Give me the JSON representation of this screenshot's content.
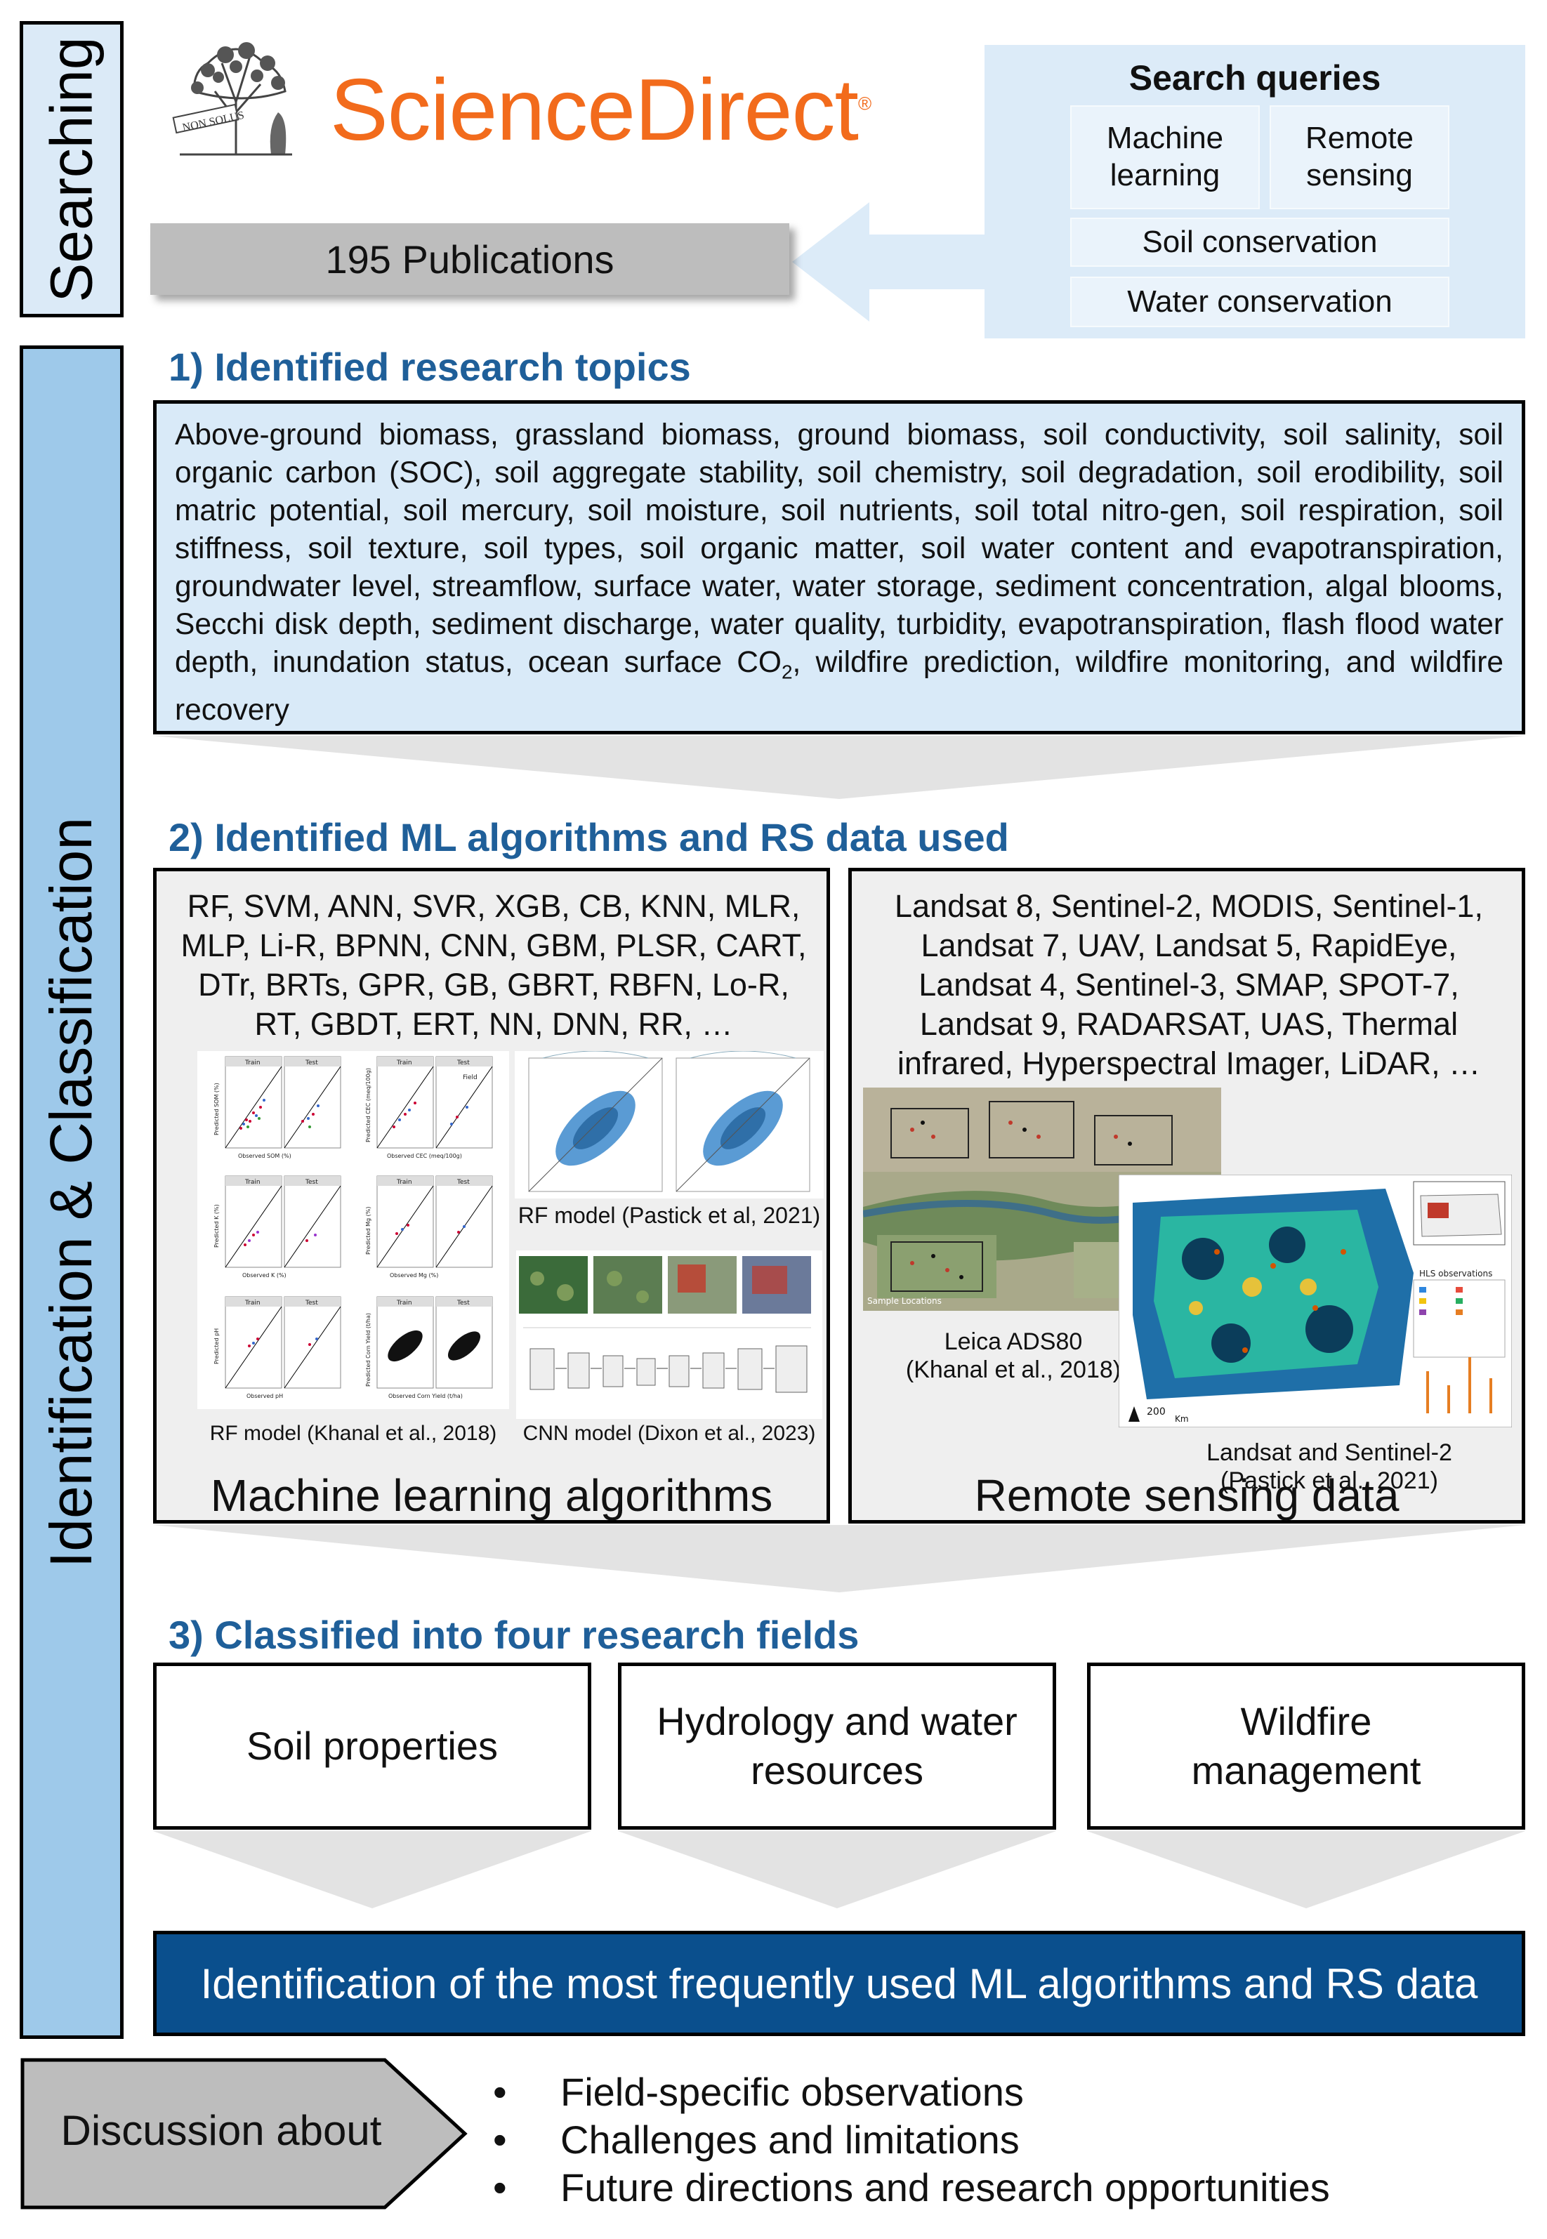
{
  "stages": {
    "searching": "Searching",
    "identification": "Identification & Classification"
  },
  "logo": {
    "brand": "ScienceDirect",
    "reg": "®",
    "motto": "NON SOLUS",
    "brand_color": "#f26b1c"
  },
  "search_queries": {
    "title": "Search queries",
    "items": [
      "Machine learning",
      "Remote sensing",
      "Soil conservation",
      "Water conservation"
    ]
  },
  "publications": "195 Publications",
  "section1": {
    "title": "1) Identified research topics",
    "text_before_sub": "Above-ground biomass, grassland biomass, ground biomass, soil conductivity, soil salinity, soil organic carbon (SOC), soil aggregate stability, soil chemistry, soil degradation, soil erodibility, soil matric potential, soil mercury, soil moisture, soil nutrients, soil total nitro-gen, soil respiration, soil stiffness, soil texture, soil types, soil organic matter, soil water content and evapotranspiration, groundwater level, streamflow, surface water, water storage, sediment concentration, algal blooms, Secchi disk depth, sediment discharge, water quality, turbidity, evapotranspiration, flash flood water depth, inundation status, ocean surface CO",
    "subscript": "2",
    "text_after_sub": ", wildfire prediction, wildfire monitoring, and wildfire recovery"
  },
  "section2": {
    "title": "2) Identified ML algorithms and RS data used",
    "ml": {
      "list": "RF, SVM, ANN, SVR, XGB, CB, KNN, MLR, MLP, Li-R, BPNN, CNN, GBM, PLSR, CART, DTr, BRTs, GPR, GB, GBRT, RBFN, Lo-R, RT, GBDT, ERT, NN, DNN, RR, …",
      "caption_left": "RF model (Khanal et al., 2018)",
      "caption_rf": "RF model (Pastick et al, 2021)",
      "caption_cnn": "CNN model (Dixon et al., 2023)",
      "label": "Machine learning algorithms",
      "plot_labels": {
        "train": "Train",
        "test": "Test",
        "field": "Field",
        "som_y": "Predicted SOM (%)",
        "som_x": "Observed SOM (%)",
        "cec_y": "Predicted CEC (meq/100g)",
        "cec_x": "Observed CEC (meq/100g)",
        "k_y": "Predicted K (%)",
        "k_x": "Observed K (%)",
        "mg_y": "Predicted Mg (%)",
        "mg_x": "Observed Mg (%)",
        "ph_y": "Predicted pH",
        "ph_x": "Observed pH",
        "yield_y": "Predicted Corn Yield (t/ha)",
        "yield_x": "Observed Corn Yield (t/ha)"
      }
    },
    "rs": {
      "list": "Landsat 8, Sentinel-2, MODIS, Sentinel-1, Landsat 7, UAV, Landsat 5, RapidEye, Landsat 4, Sentinel-3, SMAP, SPOT-7, Landsat 9, RADARSAT, UAS, Thermal infrared, Hyperspectral Imager, LiDAR, …",
      "caption_leica_1": "Leica ADS80",
      "caption_leica_2": "(Khanal et al., 2018)",
      "caption_landsat_1": "Landsat and Sentinel-2",
      "caption_landsat_2": "(Pastick et al., 2021)",
      "label": "Remote sensing data",
      "map_labels": {
        "sample_locations": "Sample Locations",
        "hls": "HLS observations",
        "scale": "200",
        "km": "Km"
      }
    }
  },
  "section3": {
    "title": "3) Classified into four research fields",
    "fields": [
      "Soil properties",
      "Hydrology and water resources",
      "Wildfire management"
    ]
  },
  "final": "Identification of the most frequently used ML algorithms and RS data",
  "discussion": {
    "label": "Discussion about",
    "items": [
      "Field-specific observations",
      "Challenges and limitations",
      "Future directions and research opportunities"
    ]
  },
  "colors": {
    "accent_blue": "#1f5f99",
    "final_blue": "#0a4f8d",
    "light_blue": "#dbeaf7",
    "mid_blue": "#9ec9ea",
    "gray": "#bdbdbd"
  }
}
